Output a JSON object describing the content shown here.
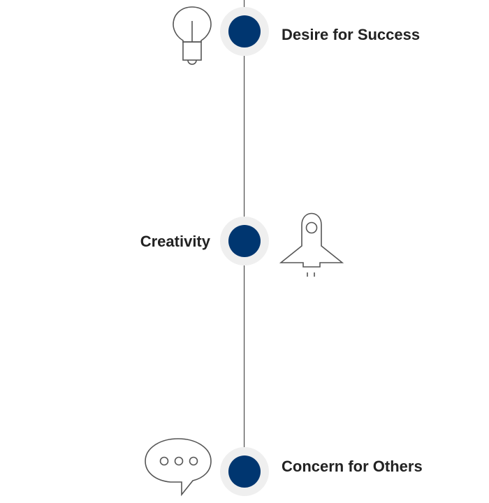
{
  "colors": {
    "node_dot": "#003670",
    "node_ring": "#efefef",
    "line": "#333333",
    "icon_stroke": "#555555",
    "text": "#222222"
  },
  "timeline": {
    "items": [
      {
        "label": "Desire for Success",
        "icon": "lightbulb-icon",
        "side": "right"
      },
      {
        "label": "Creativity",
        "icon": "rocket-icon",
        "side": "left"
      },
      {
        "label": "Concern for Others",
        "icon": "speech-bubble-icon",
        "side": "right"
      }
    ]
  }
}
